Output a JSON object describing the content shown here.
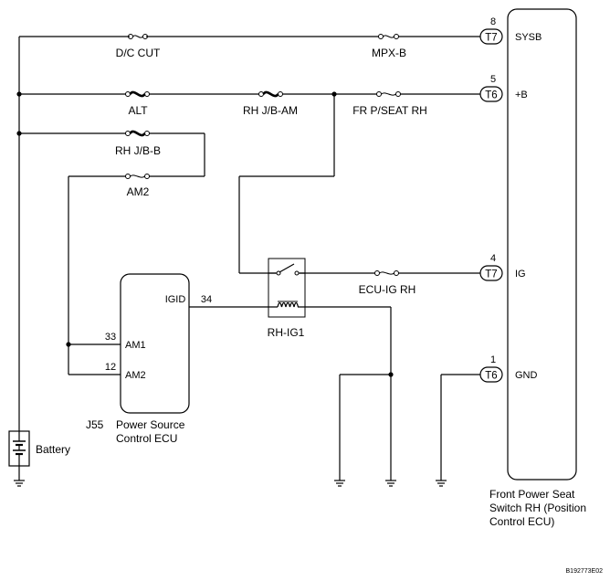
{
  "fuses": {
    "dc_cut": "D/C CUT",
    "mpx_b": "MPX-B",
    "alt": "ALT",
    "rh_jb_am": "RH J/B-AM",
    "fr_pseat_rh": "FR P/SEAT RH",
    "rh_jb_b": "RH J/B-B",
    "am2": "AM2",
    "ecu_ig_rh": "ECU-IG RH"
  },
  "relay": {
    "name": "RH-IG1"
  },
  "battery": {
    "label": "Battery"
  },
  "power_source_ecu": {
    "id": "J55",
    "name": "Power Source",
    "name_line2": "Control ECU",
    "pins": {
      "igid": {
        "num": "34",
        "label": "IGID"
      },
      "am1": {
        "num": "33",
        "label": "AM1"
      },
      "am2": {
        "num": "12",
        "label": "AM2"
      }
    }
  },
  "seat_ecu": {
    "name_line1": "Front Power Seat",
    "name_line2": "Switch RH (Position",
    "name_line3": "Control ECU)",
    "pins": {
      "sysb": {
        "num": "8",
        "conn": "T7",
        "label": "SYSB"
      },
      "b": {
        "num": "5",
        "conn": "T6",
        "label": "+B"
      },
      "ig": {
        "num": "4",
        "conn": "T7",
        "label": "IG"
      },
      "gnd": {
        "num": "1",
        "conn": "T6",
        "label": "GND"
      }
    }
  },
  "figure_code": "B192773E02"
}
